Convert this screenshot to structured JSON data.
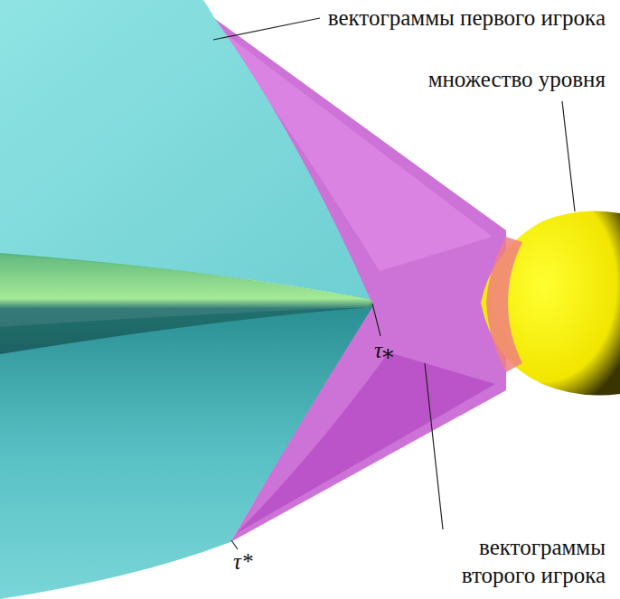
{
  "diagram": {
    "labels": [
      "вектограммы первого игрока",
      "множество уровня",
      "τ⁎",
      "τ*",
      "вектограммы второго игрока"
    ]
  }
}
